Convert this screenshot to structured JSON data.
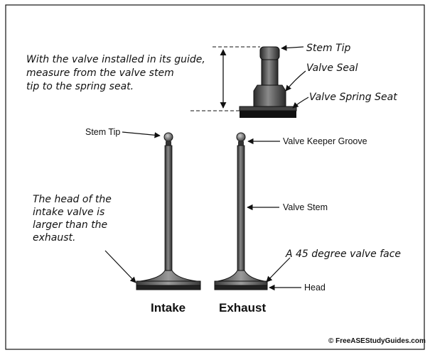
{
  "instruction": {
    "line1": "With the valve installed in its guide,",
    "line2": "measure from the valve stem",
    "line3": "tip to the spring seat."
  },
  "top_labels": {
    "stem_tip": "Stem Tip",
    "valve_seal": "Valve Seal",
    "valve_spring_seat": "Valve Spring Seat"
  },
  "valve_labels": {
    "stem_tip": "Stem Tip",
    "valve_keeper_groove": "Valve Keeper Groove",
    "valve_stem": "Valve Stem",
    "valve_face": "A 45 degree valve face",
    "head": "Head"
  },
  "note": {
    "line1": "The head of the",
    "line2": "intake valve is",
    "line3": "larger than the",
    "line4": "exhaust."
  },
  "captions": {
    "intake": "Intake",
    "exhaust": "Exhaust"
  },
  "copyright": "© FreeASEStudyGuides.com"
}
